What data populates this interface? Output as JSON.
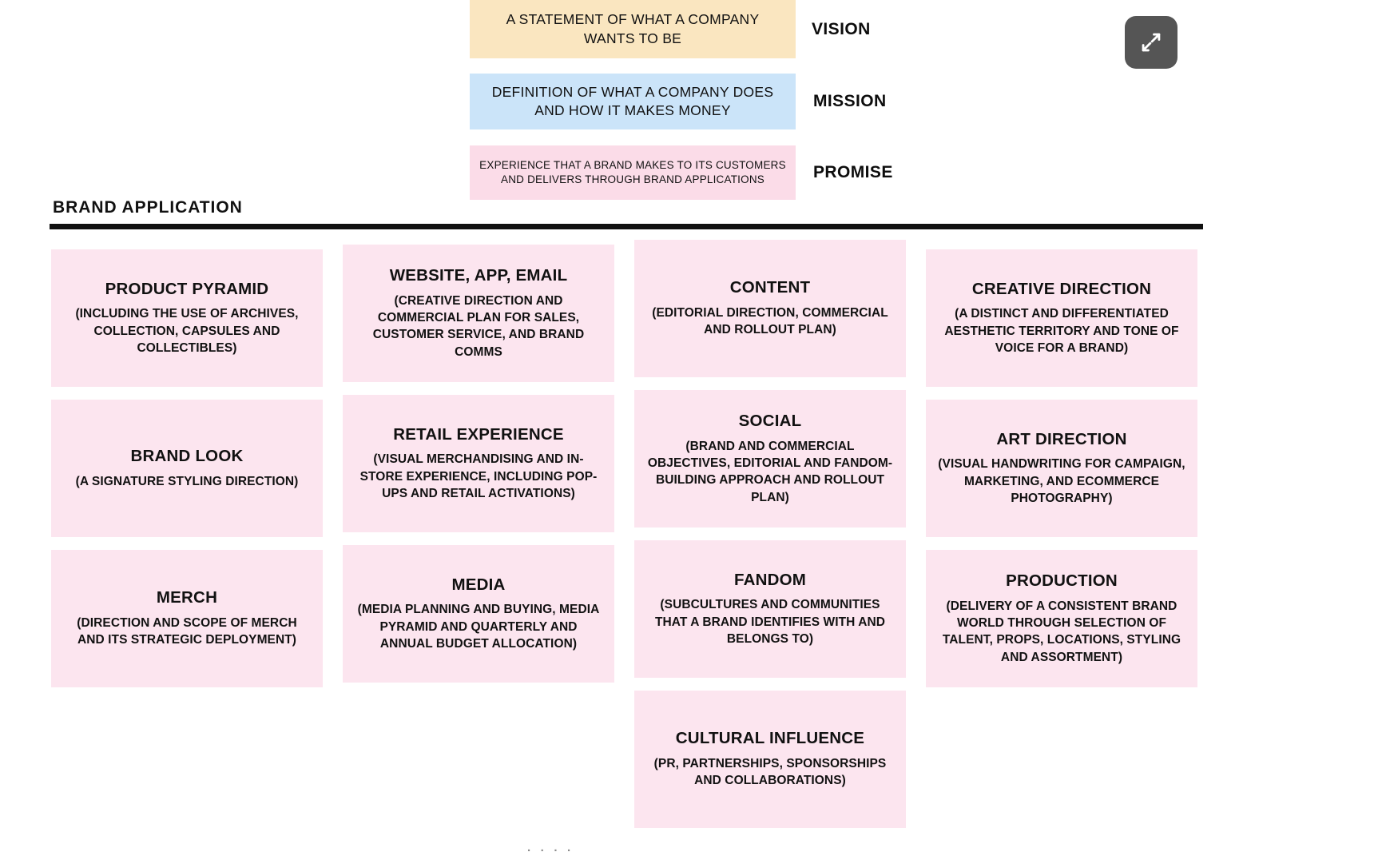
{
  "pyramid": {
    "rows": [
      {
        "key": "vision",
        "text": "A STATEMENT OF WHAT A COMPANY WANTS TO BE",
        "label": "VISION",
        "color": "#fae6c0"
      },
      {
        "key": "mission",
        "text": "DEFINITION OF WHAT A COMPANY DOES AND HOW IT MAKES MONEY",
        "label": "MISSION",
        "color": "#cbe4f9"
      },
      {
        "key": "promise",
        "text": "EXPERIENCE THAT A BRAND MAKES TO ITS CUSTOMERS AND DELIVERS THROUGH BRAND APPLICATIONS",
        "label": "PROMISE",
        "color": "#fbdce8"
      }
    ]
  },
  "toolbar": {
    "expand_icon": "expand-arrows-icon",
    "expand_button_color": "#555555"
  },
  "section": {
    "heading": "BRAND APPLICATION",
    "rule_color": "#111111"
  },
  "cards": {
    "fill_color": "#fce5ef",
    "items": [
      {
        "title": "PRODUCT PYRAMID",
        "desc": "(INCLUDING THE USE OF ARCHIVES, COLLECTION, CAPSULES AND COLLECTIBLES)"
      },
      {
        "title": "WEBSITE, APP, EMAIL",
        "desc": "(CREATIVE DIRECTION AND COMMERCIAL PLAN FOR SALES, CUSTOMER SERVICE, AND BRAND COMMS"
      },
      {
        "title": "CONTENT",
        "desc": "(EDITORIAL DIRECTION, COMMERCIAL AND ROLLOUT PLAN)"
      },
      {
        "title": "CREATIVE DIRECTION",
        "desc": "(A DISTINCT AND DIFFERENTIATED AESTHETIC TERRITORY AND TONE OF VOICE FOR A BRAND)"
      },
      {
        "title": "BRAND LOOK",
        "desc": "(A SIGNATURE STYLING DIRECTION)"
      },
      {
        "title": "RETAIL EXPERIENCE",
        "desc": "(VISUAL MERCHANDISING AND IN-STORE EXPERIENCE, INCLUDING POP-UPS AND RETAIL ACTIVATIONS)"
      },
      {
        "title": "SOCIAL",
        "desc": "(BRAND AND COMMERCIAL OBJECTIVES, EDITORIAL AND FANDOM-BUILDING APPROACH AND ROLLOUT PLAN)"
      },
      {
        "title": "ART DIRECTION",
        "desc": "(VISUAL HANDWRITING FOR CAMPAIGN, MARKETING, AND ECOMMERCE PHOTOGRAPHY)"
      },
      {
        "title": "MERCH",
        "desc": "(DIRECTION AND SCOPE OF MERCH AND ITS STRATEGIC DEPLOYMENT)"
      },
      {
        "title": "MEDIA",
        "desc": "(MEDIA PLANNING AND BUYING, MEDIA PYRAMID AND QUARTERLY AND ANNUAL BUDGET ALLOCATION)"
      },
      {
        "title": "FANDOM",
        "desc": "(SUBCULTURES AND COMMUNITIES THAT A BRAND IDENTIFIES WITH AND BELONGS TO)"
      },
      {
        "title": "PRODUCTION",
        "desc": "(DELIVERY OF A CONSISTENT BRAND WORLD THROUGH SELECTION OF TALENT, PROPS, LOCATIONS, STYLING AND ASSORTMENT)"
      },
      {
        "title": "CULTURAL INFLUENCE",
        "desc": "(PR, PARTNERSHIPS, SPONSORSHIPS AND COLLABORATIONS)"
      }
    ]
  },
  "footer": {
    "cropped_text": "· · · ·"
  }
}
